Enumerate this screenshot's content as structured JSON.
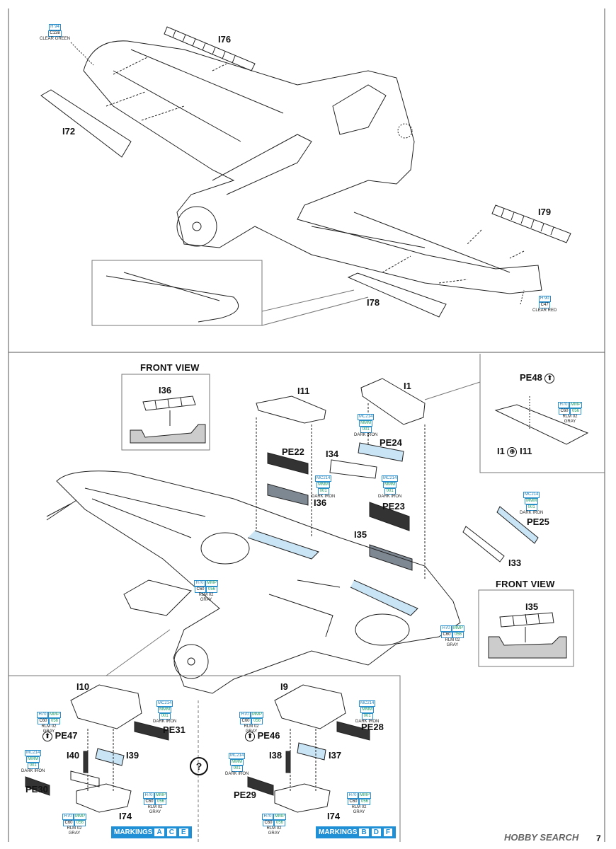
{
  "parts": {
    "i76": "I76",
    "i72": "I72",
    "i79": "I79",
    "i78": "I78",
    "i36_front": "I36",
    "i11": "I11",
    "i1": "I1",
    "pe48": "PE48",
    "i1_i11_a": "I1",
    "i1_i11_b": "I11",
    "pe22": "PE22",
    "i34": "I34",
    "pe24": "PE24",
    "i36": "I36",
    "pe23": "PE23",
    "i35": "I35",
    "pe25": "PE25",
    "i33": "I33",
    "i35_front": "I35",
    "i10": "I10",
    "pe31": "PE31",
    "pe47": "PE47",
    "i39": "I39",
    "i40": "I40",
    "pe30": "PE30",
    "i74_left": "I74",
    "i9": "I9",
    "pe28": "PE28",
    "pe46": "PE46",
    "i38": "I38",
    "i37": "I37",
    "pe29": "PE29",
    "i74_right": "I74"
  },
  "headings": {
    "front_view_1": "FRONT VIEW",
    "front_view_2": "FRONT VIEW"
  },
  "colors": {
    "clear_green": {
      "code1": "H 94",
      "code2": "C138",
      "name": "CLEAR GREEN"
    },
    "clear_red": {
      "code1": "H 90",
      "code2": "C47",
      "name": "CLEAR RED"
    },
    "rlm02_a": {
      "h": "H70",
      "mmp": "MMP",
      "c": "C60",
      "n": "056",
      "name1": "RLM 02",
      "name2": "GRAY"
    },
    "dark_iron": {
      "mc": "MC214",
      "mmm": "MMM",
      "n": "001",
      "name": "DARK IRON"
    }
  },
  "markings_left": {
    "label": "MARKINGS",
    "letters": [
      "A",
      "C",
      "E"
    ]
  },
  "markings_right": {
    "label": "MARKINGS",
    "letters": [
      "B",
      "D",
      "F"
    ]
  },
  "question": "?",
  "arrow_glyph": "⬆",
  "join_glyph": "⊕",
  "brand": "HOBBY SEARCH",
  "page_number": "7",
  "accent": "#1f8fd6",
  "part_fill": "#c9e4f5"
}
